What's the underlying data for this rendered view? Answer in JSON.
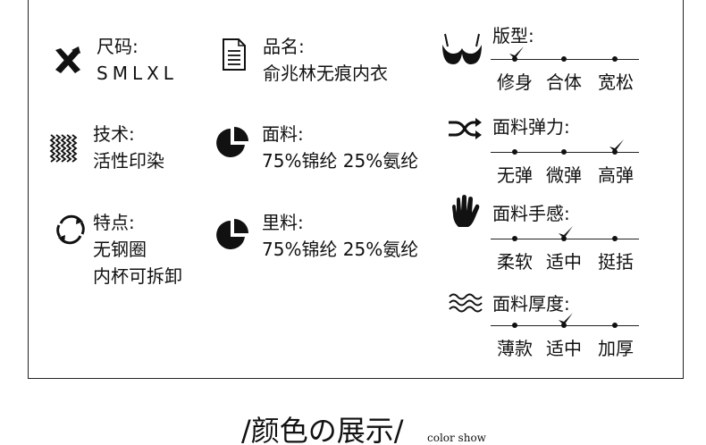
{
  "size": {
    "label": "尺码:",
    "value": "SMLXL"
  },
  "product_name": {
    "label": "品名:",
    "value": "俞兆林无痕内衣"
  },
  "technique": {
    "label": "技术:",
    "value": "活性印染"
  },
  "fabric": {
    "label": "面料:",
    "value": "75%锦纶 25%氨纶"
  },
  "features": {
    "label": "特点:",
    "line1": "无钢圈",
    "line2": "内杯可拆卸"
  },
  "lining": {
    "label": "里料:",
    "value": "75%锦纶 25%氨纶"
  },
  "fit": {
    "label": "版型:",
    "options": [
      "修身",
      "合体",
      "宽松"
    ],
    "selected_index": 0
  },
  "elasticity": {
    "label": "面料弹力:",
    "options": [
      "无弹",
      "微弹",
      "高弹"
    ],
    "selected_index": 2
  },
  "hand_feel": {
    "label": "面料手感:",
    "options": [
      "柔软",
      "适中",
      "挺括"
    ],
    "selected_index": 1
  },
  "thickness": {
    "label": "面料厚度:",
    "options": [
      "薄款",
      "适中",
      "加厚"
    ],
    "selected_index": 1
  },
  "footer": {
    "title": "/颜色の展示/",
    "subtitle": "color show"
  },
  "icons": {
    "size": "cross-icon",
    "product_name": "document-icon",
    "technique": "zigzag-texture-icon",
    "fabric": "pie-chart-icon",
    "features": "refresh-icon",
    "lining": "pie-chart-icon",
    "fit": "bra-icon",
    "elasticity": "shuffle-icon",
    "hand_feel": "hand-icon",
    "thickness": "waves-icon"
  },
  "colors": {
    "ink": "#111111",
    "border": "#222222",
    "background": "#ffffff"
  }
}
